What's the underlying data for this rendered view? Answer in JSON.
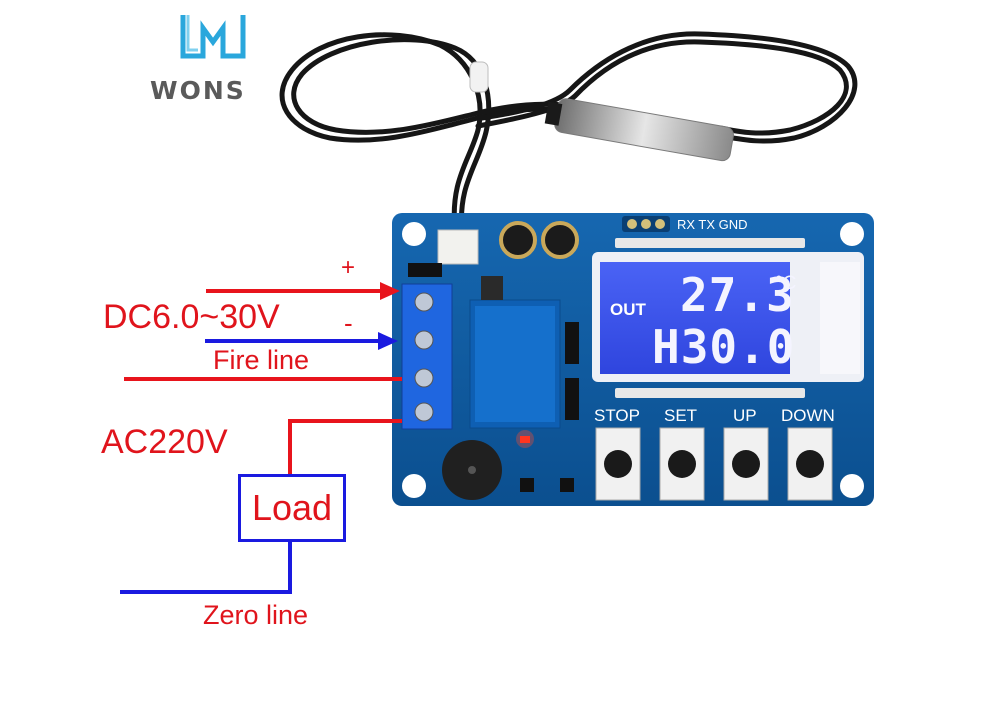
{
  "brand": {
    "name": "WONS"
  },
  "wiring": {
    "plus": "+",
    "minus": "-",
    "dc_voltage": "DC6.0~30V",
    "fire_line": "Fire line",
    "ac_voltage": "AC220V",
    "load": "Load",
    "zero_line": "Zero line"
  },
  "board": {
    "header_pins": "RX TX GND",
    "buttons": [
      "STOP",
      "SET",
      "UP",
      "DOWN"
    ],
    "lcd": {
      "mode": "OUT",
      "temperature": "27.3",
      "unit": "°C",
      "setpoint": "H30.0"
    }
  },
  "colors": {
    "wire_red": "#e8141c",
    "wire_blue": "#1a1ae0",
    "pcb": "#0e5a9c",
    "lcd": "#3a55f0"
  }
}
